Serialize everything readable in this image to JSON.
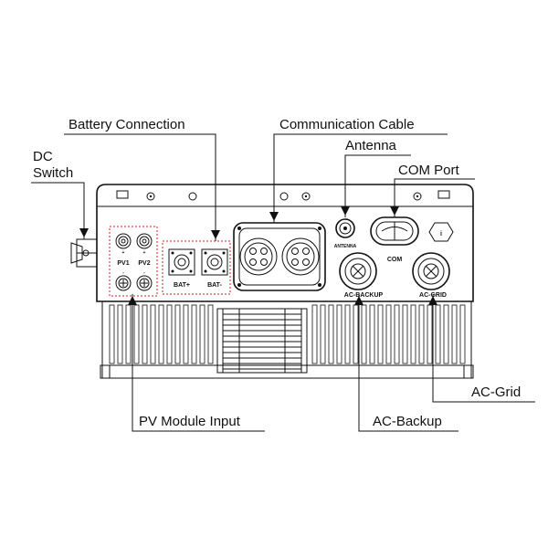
{
  "labels": {
    "battery_connection": "Battery Connection",
    "communication_cable": "Communication Cable",
    "antenna": "Antenna",
    "com_port": "COM Port",
    "dc_switch_line1": "DC",
    "dc_switch_line2": "Switch",
    "pv_module_input": "PV Module Input",
    "ac_backup": "AC-Backup",
    "ac_grid": "AC-Grid"
  },
  "panel": {
    "pv1": "PV1",
    "pv2": "PV2",
    "bat_plus": "BAT+",
    "bat_minus": "BAT-",
    "antenna": "ANTENNA",
    "com": "COM",
    "ac_backup": "AC-BACKUP",
    "ac_grid": "AC-GRID",
    "plus": "+",
    "minus": "-",
    "info_symbol": "i"
  },
  "colors": {
    "line": "#111111",
    "highlight": "#d21f1f"
  }
}
